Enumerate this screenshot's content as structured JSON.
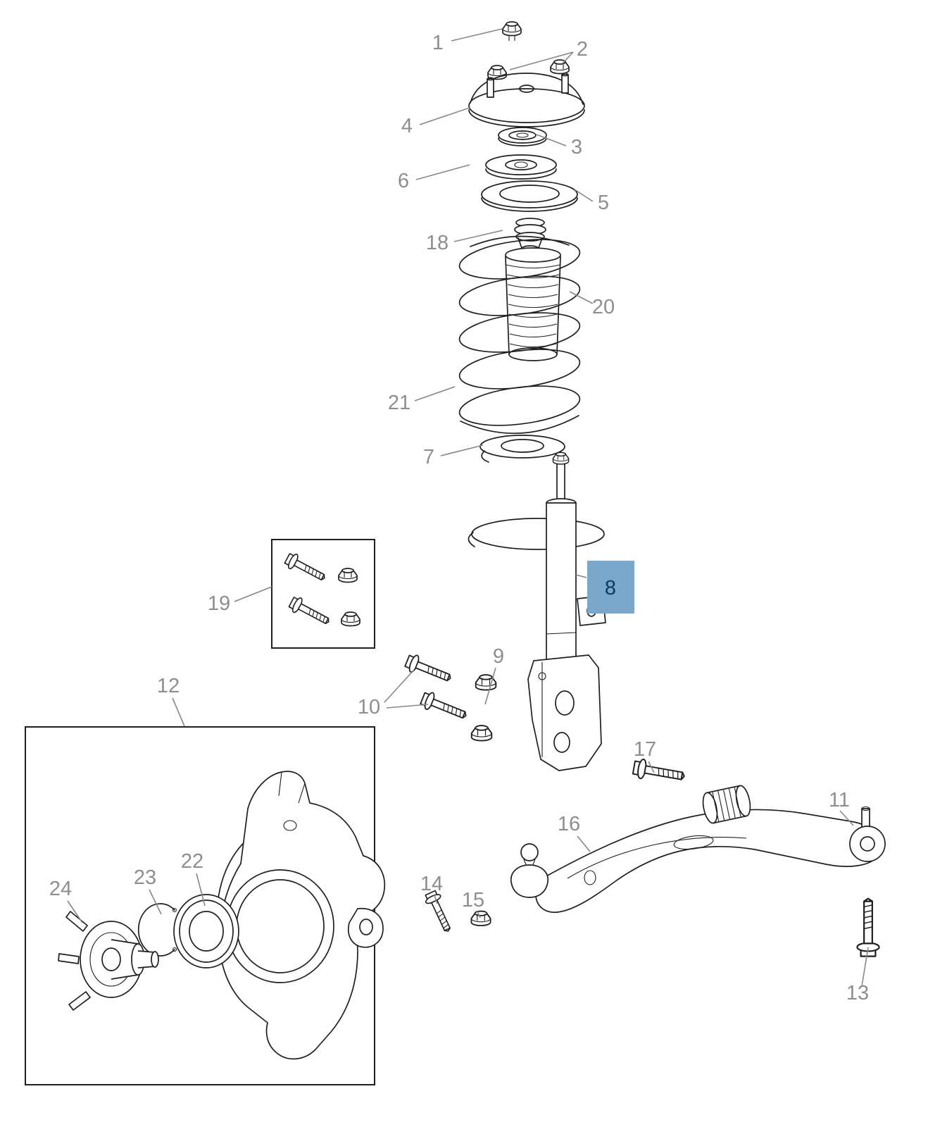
{
  "diagram": {
    "kind": "exploded-parts-diagram",
    "colors": {
      "background": "#ffffff",
      "line": "#1f1f1f",
      "label": "#8e8e8e",
      "highlight_fill": "#7ba7cb",
      "highlight_text": "#0b3a66"
    },
    "highlighted_callout": "8",
    "callouts": [
      {
        "number": "1",
        "part": "strut-rod-nut",
        "highlighted": false
      },
      {
        "number": "2",
        "part": "strut-mount-stud-nuts",
        "highlighted": false
      },
      {
        "number": "3",
        "part": "strut-mount-bearing",
        "highlighted": false
      },
      {
        "number": "4",
        "part": "strut-top-mount",
        "highlighted": false
      },
      {
        "number": "5",
        "part": "upper-spring-isolator",
        "highlighted": false
      },
      {
        "number": "6",
        "part": "upper-spring-seat",
        "highlighted": false
      },
      {
        "number": "7",
        "part": "lower-spring-isolator",
        "highlighted": false
      },
      {
        "number": "8",
        "part": "suspension-strut",
        "highlighted": true
      },
      {
        "number": "9",
        "part": "strut-to-knuckle-nuts",
        "highlighted": false
      },
      {
        "number": "10",
        "part": "strut-to-knuckle-bolts",
        "highlighted": false
      },
      {
        "number": "11",
        "part": "control-arm-rear-bushing",
        "highlighted": false
      },
      {
        "number": "12",
        "part": "steering-knuckle-assembly",
        "highlighted": false
      },
      {
        "number": "13",
        "part": "rear-bushing-bolt",
        "highlighted": false
      },
      {
        "number": "14",
        "part": "ball-joint-bolt",
        "highlighted": false
      },
      {
        "number": "15",
        "part": "ball-joint-nut",
        "highlighted": false
      },
      {
        "number": "16",
        "part": "lower-control-arm",
        "highlighted": false
      },
      {
        "number": "17",
        "part": "control-arm-front-bolt",
        "highlighted": false
      },
      {
        "number": "18",
        "part": "jounce-bumper",
        "highlighted": false
      },
      {
        "number": "19",
        "part": "strut-mount-hardware-kit",
        "highlighted": false
      },
      {
        "number": "20",
        "part": "strut-dust-boot",
        "highlighted": false
      },
      {
        "number": "21",
        "part": "coil-spring",
        "highlighted": false
      },
      {
        "number": "22",
        "part": "hub-bearing",
        "highlighted": false
      },
      {
        "number": "23",
        "part": "bearing-snap-ring",
        "highlighted": false
      },
      {
        "number": "24",
        "part": "wheel-hub",
        "highlighted": false
      }
    ]
  }
}
